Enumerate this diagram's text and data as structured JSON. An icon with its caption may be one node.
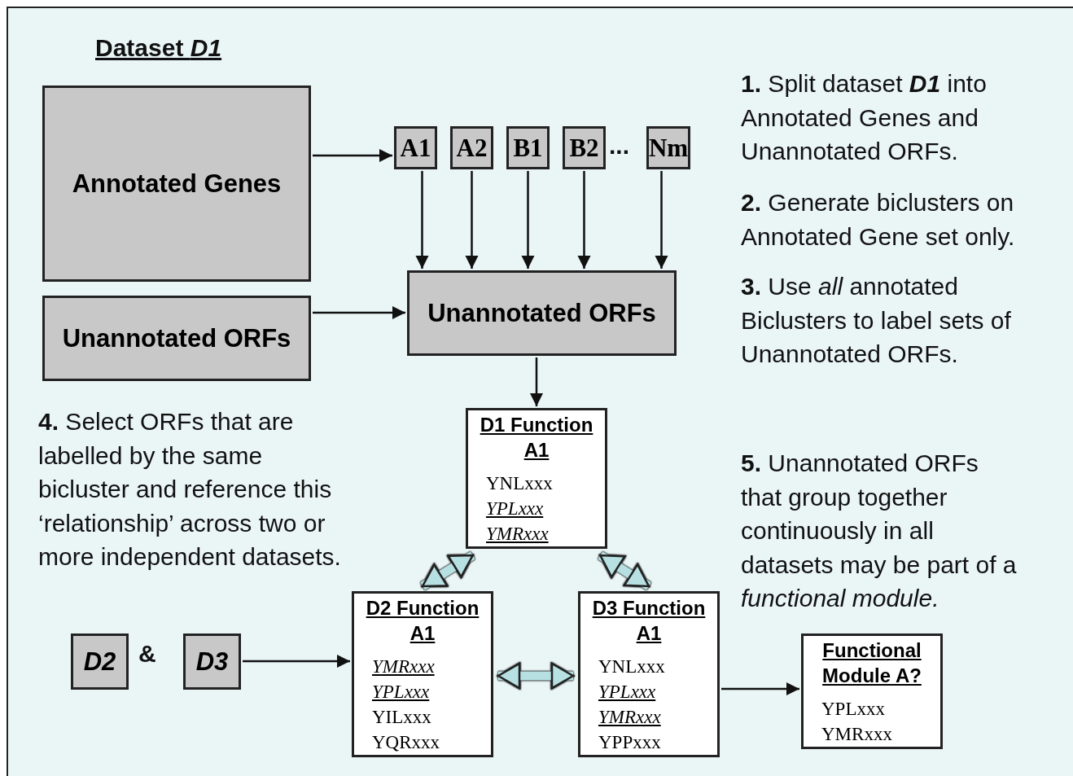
{
  "diagram": {
    "nodes": [
      {
        "text": [
          "Annotated Genes"
        ]
      },
      {
        "text": [
          "Unannotated ORFs"
        ]
      },
      {
        "text": [
          "A1"
        ]
      },
      {
        "text": [
          "A2"
        ]
      },
      {
        "text": [
          "B1"
        ]
      },
      {
        "text": [
          "B2"
        ]
      },
      {
        "text": [
          "Nm"
        ]
      },
      {
        "text": [
          "Unannotated ORFs"
        ]
      },
      {
        "text": [
          "D1 Function A1",
          "YNLxxx",
          "YPLxxx",
          "YMRxxx"
        ]
      },
      {
        "text": [
          "D2 Function A1",
          "YMRxxx",
          "YPLxxx",
          "YILxxx",
          "YQRxxx"
        ]
      },
      {
        "text": [
          "D3 Function A1",
          "YNLxxx",
          "YPLxxx",
          "YMRxxx",
          "YPPxxx"
        ]
      },
      {
        "text": [
          "D2"
        ]
      },
      {
        "text": [
          "D3"
        ]
      },
      {
        "text": [
          "Functional Module A?",
          "YPLxxx",
          "YMRxxx"
        ]
      }
    ],
    "edges": [
      {
        "from": 0,
        "to": 2,
        "arrow": "to"
      },
      {
        "from": 2,
        "to": 7,
        "arrow": "to"
      },
      {
        "from": 3,
        "to": 7,
        "arrow": "to"
      },
      {
        "from": 4,
        "to": 7,
        "arrow": "to"
      },
      {
        "from": 5,
        "to": 7,
        "arrow": "to"
      },
      {
        "from": 6,
        "to": 7,
        "arrow": "to"
      },
      {
        "from": 1,
        "to": 7,
        "arrow": "to"
      },
      {
        "from": 7,
        "to": 8,
        "arrow": "to"
      },
      {
        "from": 8,
        "to": 9,
        "arrow": "both",
        "style": "thick",
        "color": "#b7e0e3"
      },
      {
        "from": 8,
        "to": 10,
        "arrow": "both",
        "style": "thick",
        "color": "#b7e0e3"
      },
      {
        "from": 9,
        "to": 10,
        "arrow": "both",
        "style": "thick",
        "color": "#b7e0e3"
      },
      {
        "from": 12,
        "to": 9,
        "arrow": "to"
      },
      {
        "from": 10,
        "to": 13,
        "arrow": "to"
      }
    ],
    "labels": [
      "Dataset *D1*",
      "**1.** Split dataset *D1* into Annotated Genes and Unannotated ORFs.",
      "...",
      "**2.** Generate biclusters on Annotated Gene set only.",
      "**3.** Use *all* annotated Biclusters to label sets of Unannotated ORFs.",
      "**4.** Select ORFs that are labelled by the same bicluster and reference this ‘relationship’ across two or more independent datasets.",
      "**5.** Unannotated ORFs that group together continuously in all datasets may be part of a *functional module.*",
      "&"
    ]
  }
}
